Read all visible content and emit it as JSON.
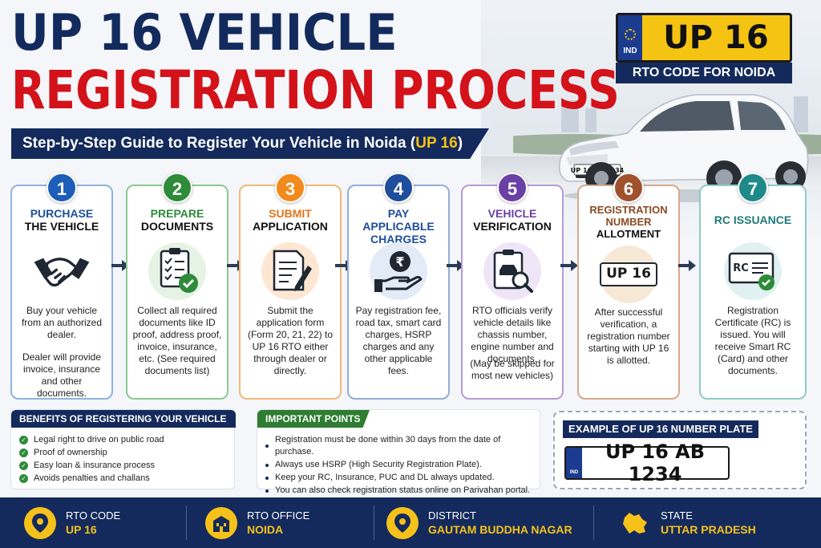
{
  "title": {
    "line1": "UP 16 VEHICLE",
    "line2": "REGISTRATION PROCESS",
    "subtitle_prefix": "Step-by-Step Guide to Register Your Vehicle in Noida (",
    "subtitle_highlight": "UP 16",
    "subtitle_suffix": ")"
  },
  "rto_badge": {
    "country_code": "IND",
    "plate_text": "UP 16",
    "label": "RTO CODE FOR NOIDA"
  },
  "car": {
    "plate_text": "UP 16 AB 1234"
  },
  "colors": {
    "navy": "#142a5c",
    "red": "#d3121a",
    "yellow": "#f6c21a",
    "step1": "#1d5fb8",
    "step2": "#2e8b3a",
    "step3": "#f28a1c",
    "step4": "#1f4e9c",
    "step5": "#6a3fa6",
    "step6": "#a0522d",
    "step7": "#1f8a8a"
  },
  "steps": [
    {
      "num": "1",
      "title_line1": "PURCHASE",
      "title_line2": "THE VEHICLE",
      "icon": "handshake-icon",
      "desc": "Buy your vehicle from an authorized dealer.",
      "desc2": "Dealer will provide invoice, insurance and other documents."
    },
    {
      "num": "2",
      "title_line1": "PREPARE",
      "title_line2": "DOCUMENTS",
      "icon": "checklist-icon",
      "desc": "Collect all required documents like ID proof, address proof, invoice, insurance, etc. (See required documents list)"
    },
    {
      "num": "3",
      "title_line1": "SUBMIT",
      "title_line2": "APPLICATION",
      "icon": "form-pen-icon",
      "desc": "Submit the application form (Form 20, 21, 22) to UP 16 RTO either through dealer or directly."
    },
    {
      "num": "4",
      "title_line1": "PAY APPLICABLE",
      "title_line2": "CHARGES",
      "icon": "rupee-hand-icon",
      "desc": "Pay registration fee, road tax, smart card charges, HSRP charges and any other applicable fees."
    },
    {
      "num": "5",
      "title_line1": "VEHICLE",
      "title_line2": "VERIFICATION",
      "icon": "car-inspect-icon",
      "desc": "RTO officials verify vehicle details like chassis number, engine number and documents.",
      "desc2": "(May be skipped for most new vehicles)"
    },
    {
      "num": "6",
      "title_line1": "REGISTRATION",
      "title_line2": "NUMBER",
      "title_line3": "ALLOTMENT",
      "icon": "number-plate-icon",
      "plate": "UP 16",
      "desc": "After successful verification, a registration number starting with UP 16 is allotted."
    },
    {
      "num": "7",
      "title_line1": "RC ISSUANCE",
      "title_line2": "",
      "icon": "rc-card-icon",
      "card_text": "RC",
      "desc": "Registration Certificate (RC) is issued. You will receive Smart RC (Card) and other documents."
    }
  ],
  "benefits": {
    "heading": "BENEFITS OF REGISTERING YOUR VEHICLE",
    "items": [
      "Legal right to drive on public road",
      "Proof of ownership",
      "Easy loan & insurance process",
      "Avoids penalties and challans"
    ]
  },
  "important": {
    "heading": "IMPORTANT POINTS",
    "items": [
      "Registration must be done within 30 days from the date of purchase.",
      "Always use HSRP (High Security Registration Plate).",
      "Keep your RC, Insurance, PUC and DL always updated.",
      "You can also check registration status online on Parivahan portal."
    ]
  },
  "example": {
    "heading": "EXAMPLE OF UP 16 NUMBER PLATE",
    "country_code": "IND",
    "plate_text": "UP 16 AB 1234"
  },
  "footer": [
    {
      "label": "RTO CODE",
      "value": "UP 16",
      "icon": "map-pin-icon"
    },
    {
      "label": "RTO OFFICE",
      "value": "NOIDA",
      "icon": "building-icon"
    },
    {
      "label": "DISTRICT",
      "value": "GAUTAM BUDDHA NAGAR",
      "icon": "location-pin-icon"
    },
    {
      "label": "STATE",
      "value": "UTTAR PRADESH",
      "icon": "state-map-icon"
    }
  ]
}
